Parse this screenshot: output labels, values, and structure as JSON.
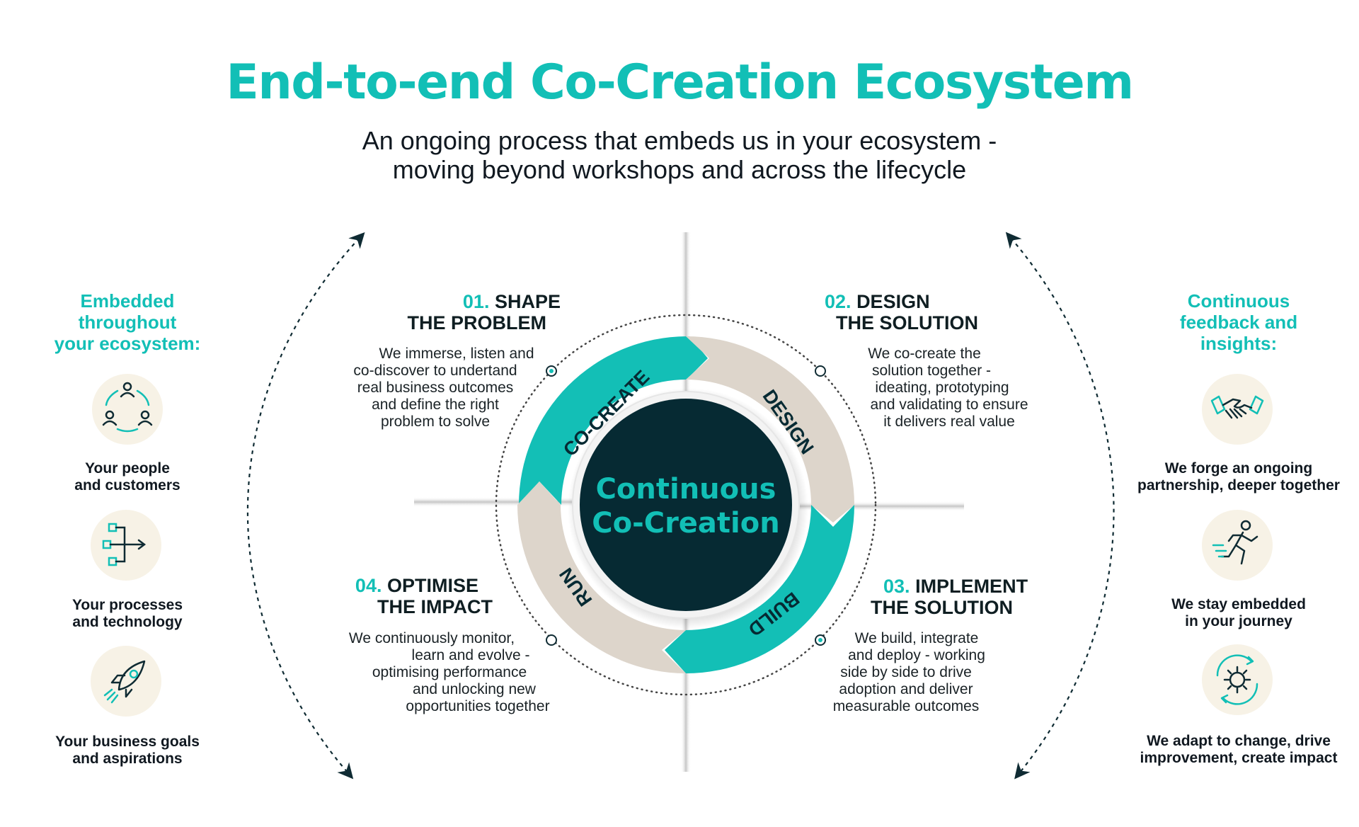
{
  "title": "End-to-end Co-Creation Ecosystem",
  "subtitle": {
    "line1": "An ongoing process that embeds us in your ecosystem -",
    "line2": "moving beyond workshops and across the lifecycle"
  },
  "left_panel": {
    "heading_lines": [
      "Embedded",
      "throughout",
      "your ecosystem:"
    ],
    "items": [
      {
        "icon": "people-cycle-icon",
        "lines": [
          "Your people",
          "and customers"
        ]
      },
      {
        "icon": "process-flow-icon",
        "lines": [
          "Your processes",
          "and technology"
        ]
      },
      {
        "icon": "rocket-icon",
        "lines": [
          "Your business goals",
          "and aspirations"
        ]
      }
    ]
  },
  "right_panel": {
    "heading_lines": [
      "Continuous",
      "feedback and",
      "insights:"
    ],
    "items": [
      {
        "icon": "handshake-icon",
        "lines": [
          "We forge an ongoing",
          "partnership, deeper together"
        ]
      },
      {
        "icon": "runner-icon",
        "lines": [
          "We stay embedded",
          "in your journey"
        ]
      },
      {
        "icon": "gear-cycle-icon",
        "lines": [
          "We adapt to change, drive",
          "improvement, create impact"
        ]
      }
    ]
  },
  "center": {
    "lines": [
      "Continuous",
      "Co-Creation"
    ],
    "ring_labels": [
      "CO-CREATE",
      "DESIGN",
      "BUILD",
      "RUN"
    ]
  },
  "stages": [
    {
      "number": "01.",
      "title_lines": [
        "SHAPE",
        "THE PROBLEM"
      ],
      "desc_lines": [
        "We immerse, listen and",
        "co-discover to undertand",
        "real business outcomes",
        "and define the right",
        "problem to solve"
      ]
    },
    {
      "number": "02.",
      "title_lines": [
        "DESIGN",
        "THE SOLUTION"
      ],
      "desc_lines": [
        "We co-create the",
        "solution together -",
        "ideating, prototyping",
        "and validating to ensure",
        "it delivers real value"
      ]
    },
    {
      "number": "03.",
      "title_lines": [
        "IMPLEMENT",
        "THE SOLUTION"
      ],
      "desc_lines": [
        "We build, integrate",
        "and deploy - working",
        "side by side to drive",
        "adoption and deliver",
        "measurable outcomes"
      ]
    },
    {
      "number": "04.",
      "title_lines": [
        "OPTIMISE",
        "THE IMPACT"
      ],
      "desc_lines": [
        "We continuously monitor,",
        "learn and evolve -",
        "optimising performance",
        "and unlocking new",
        "opportunities together"
      ]
    }
  ],
  "colors": {
    "teal": "#12bfb6",
    "beige": "#ddd5cb",
    "navy": "#062a33",
    "cream": "#f7f2e6"
  }
}
